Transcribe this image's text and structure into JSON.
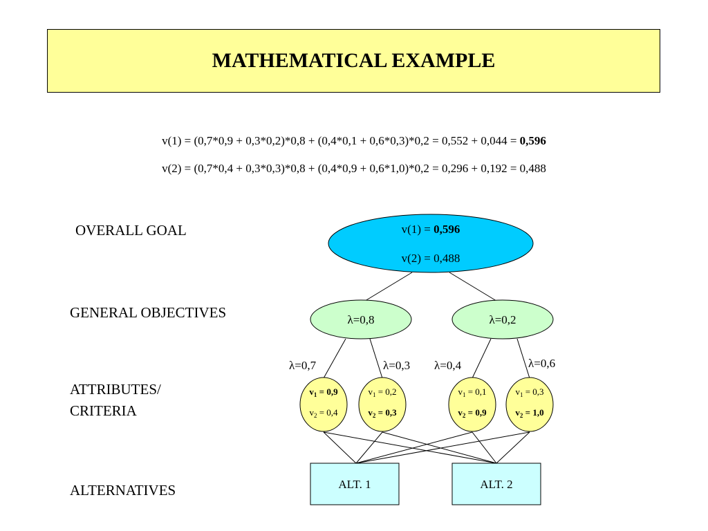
{
  "title": "MATHEMATICAL EXAMPLE",
  "equations": {
    "eq1_prefix": "v(1) = (0,7*0,9 + 0,3*0,2)*0,8 + (0,4*0,1 + 0,6*0,3)*0,2 = 0,552 + 0,044 = ",
    "eq1_result": "0,596",
    "eq2": "v(2) = (0,7*0,4 + 0,3*0,3)*0,8 + (0,4*0,9 + 0,6*1,0)*0,2 = 0,296 + 0,192 = 0,488"
  },
  "levels": {
    "overall_goal": "OVERALL GOAL",
    "general_objectives": "GENERAL OBJECTIVES",
    "attributes_line1": "ATTRIBUTES/",
    "attributes_line2": "CRITERIA",
    "alternatives": "ALTERNATIVES"
  },
  "goal": {
    "v1_label": "v(1) = ",
    "v1_value": "0,596",
    "v2_text": "v(2) = 0,488"
  },
  "objectives": {
    "left": "λ=0,8",
    "right": "λ=0,2"
  },
  "attribute_weights": {
    "w1": "λ=0,7",
    "w2": "λ=0,3",
    "w3": "λ=0,4",
    "w4": "λ=0,6"
  },
  "criteria": [
    {
      "v1_sym": "v",
      "v1_sub": "1",
      "v1_val": " = 0,9",
      "v2_sym": "v",
      "v2_sub": "2",
      "v2_val": " = 0,4"
    },
    {
      "v1_sym": "v",
      "v1_sub": "1",
      "v1_val": " = 0,2",
      "v2_sym": "v",
      "v2_sub": "2",
      "v2_val": " = 0,3"
    },
    {
      "v1_sym": "v",
      "v1_sub": "1",
      "v1_val": " = 0,1",
      "v2_sym": "v",
      "v2_sub": "2",
      "v2_val": " = 0,9"
    },
    {
      "v1_sym": "v",
      "v1_sub": "1",
      "v1_val": " = 0,3",
      "v2_sym": "v",
      "v2_sub": "2",
      "v2_val": " = 1,0"
    }
  ],
  "alternatives": {
    "alt1": "ALT. 1",
    "alt2": "ALT. 2"
  },
  "colors": {
    "title_bg": "#ffff99",
    "goal_fill": "#00ccff",
    "objective_fill": "#ccffcc",
    "criteria_fill": "#ffff99",
    "alternative_fill": "#ccffff"
  }
}
